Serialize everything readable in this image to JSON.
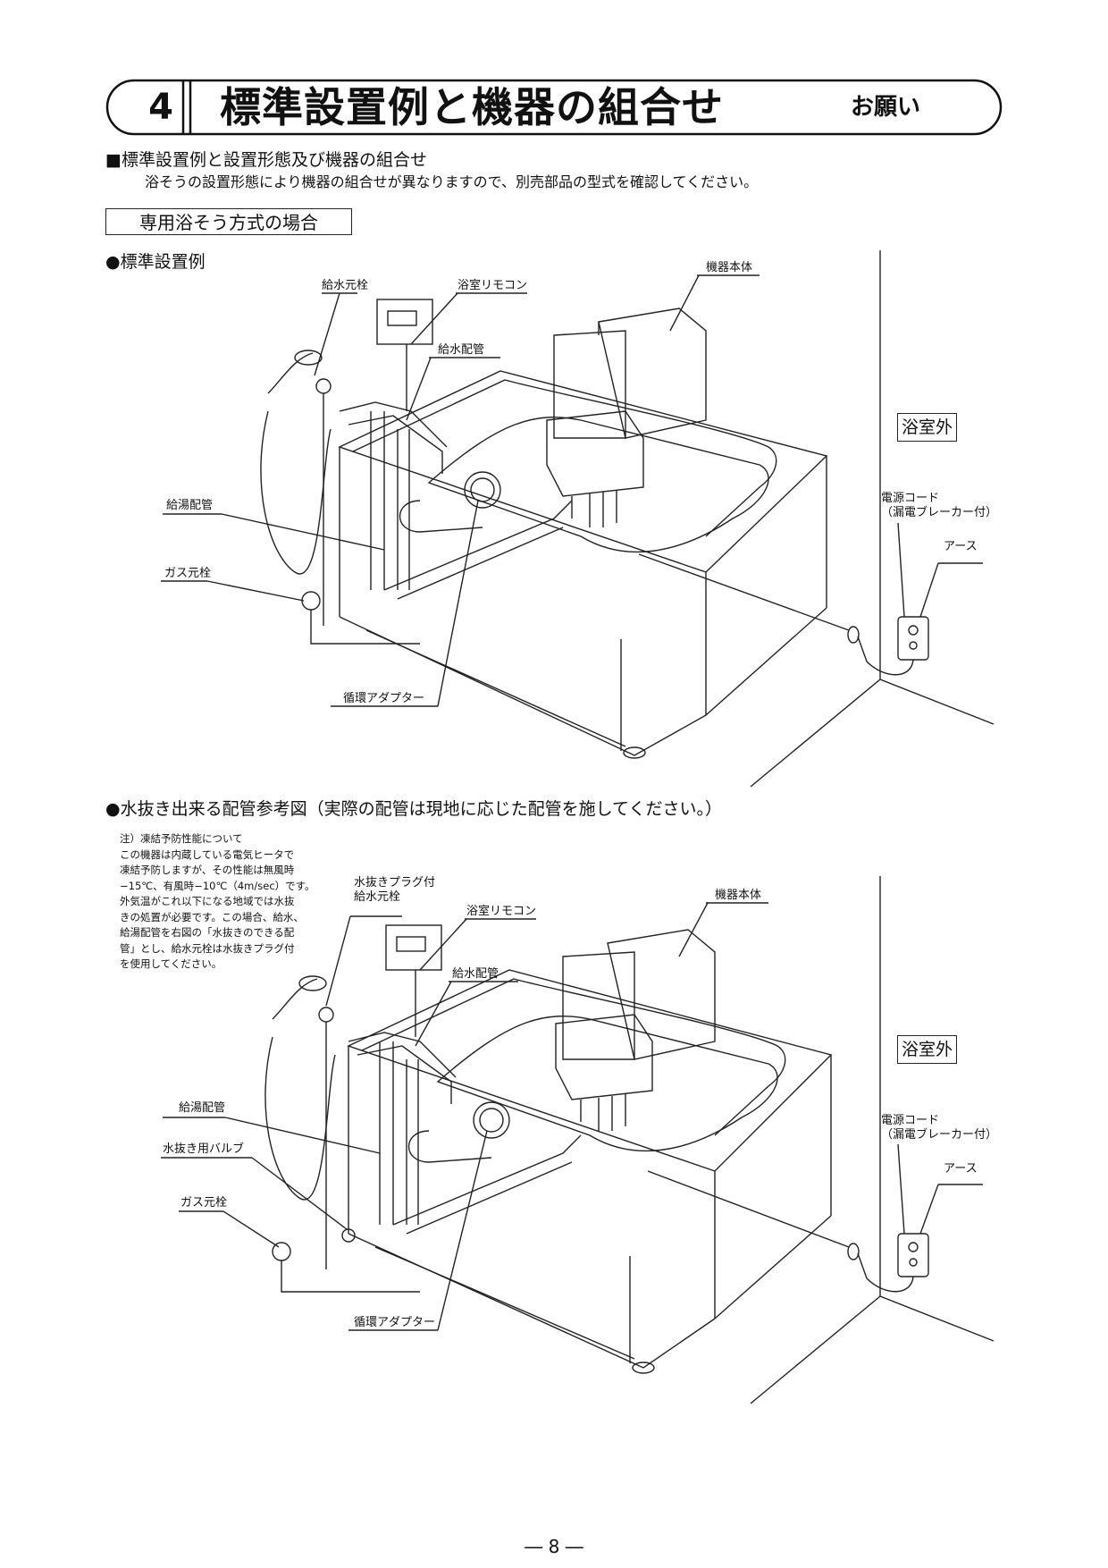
{
  "header": {
    "number": "4",
    "title": "標準設置例と機器の組合せ",
    "tag": "お願い"
  },
  "section": {
    "heading": "■標準設置例と設置形態及び機器の組合せ",
    "description": "浴そうの設置形態により機器の組合せが異なりますので、別売部品の型式を確認してください。",
    "mode_box": "専用浴そう方式の場合"
  },
  "figure1": {
    "title": "●標準設置例",
    "labels": {
      "water_valve": "給水元栓",
      "remote": "浴室リモコン",
      "unit": "機器本体",
      "water_pipe": "給水配管",
      "hot_pipe": "給湯配管",
      "gas_valve": "ガス元栓",
      "adapter": "循環アダプター",
      "outside": "浴室外",
      "power_cord": "電源コード\n（漏電ブレーカー付）",
      "earth": "アース"
    }
  },
  "figure2": {
    "title": "●水抜き出来る配管参考図（実際の配管は現地に応じた配管を施してください。）",
    "note": "注）凍結予防性能について\nこの機器は内蔵している電気ヒータで\n凍結予防しますが、その性能は無風時\n−15℃、有風時−10℃（4m/sec）です。\n外気温がこれ以下になる地域では水抜\nきの処置が必要です。この場合、給水、\n給湯配管を右図の「水抜きのできる配\n管」とし、給水元栓は水抜きプラグ付\nを使用してください。",
    "labels": {
      "water_valve": "水抜きプラグ付\n給水元栓",
      "remote": "浴室リモコン",
      "unit": "機器本体",
      "water_pipe": "給水配管",
      "hot_pipe": "給湯配管",
      "drain_valve": "水抜き用バルブ",
      "gas_valve": "ガス元栓",
      "adapter": "循環アダプター",
      "outside": "浴室外",
      "power_cord": "電源コード\n（漏電ブレーカー付）",
      "earth": "アース"
    }
  },
  "footer": {
    "page": "― 8 ―"
  }
}
